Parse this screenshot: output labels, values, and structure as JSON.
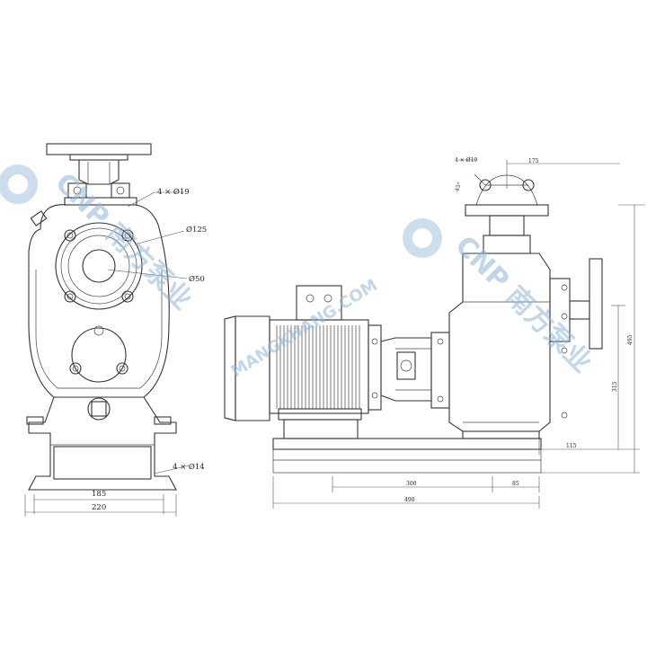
{
  "front_view": {
    "bolt_holes": "4 × Ø19",
    "outlet_dia": "Ø125",
    "inlet_dia": "Ø50",
    "foot_holes": "4 × Ø14",
    "base_inner_width": "185",
    "base_total_width": "220"
  },
  "side_view": {
    "flange_holes": "4 × Ø19",
    "flange_angle": "45°",
    "top_offset": "175",
    "total_height": "495",
    "shaft_height": "315",
    "base_offset": "115",
    "foot_spacing": "300",
    "foot_end": "85",
    "total_length": "490"
  },
  "watermark": {
    "site": "MANGKHANG.COM",
    "brand_left": "CNP 南方泵业",
    "brand_right": "CNP 南方泵业"
  }
}
